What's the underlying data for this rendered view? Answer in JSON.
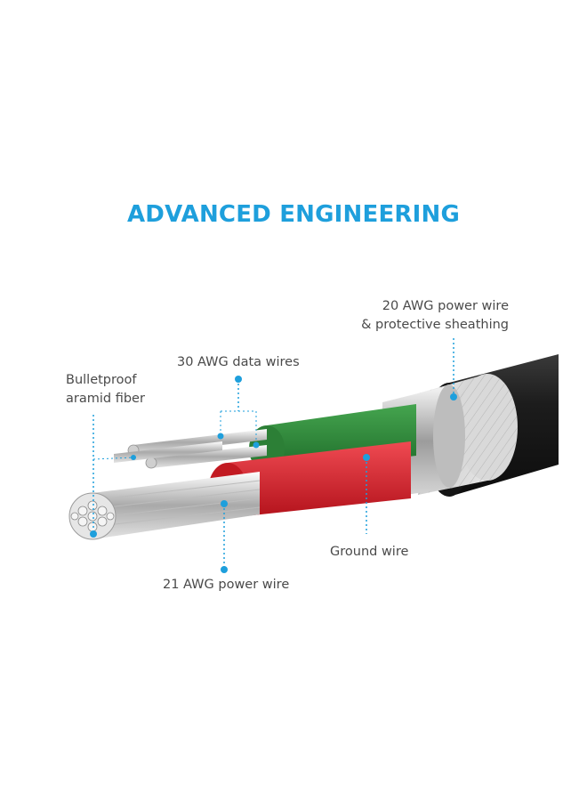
{
  "title": "ADVANCED ENGINEERING",
  "labels": {
    "power_sheath_line1": "20 AWG power wire",
    "power_sheath_line2": "& protective sheathing",
    "data_wires": "30 AWG data wires",
    "aramid_line1": "Bulletproof",
    "aramid_line2": "aramid fiber",
    "ground_wire": "Ground wire",
    "power_21": "21 AWG power wire"
  },
  "colors": {
    "accent": "#1e9fdc",
    "label_text": "#4a4a4a",
    "green_wire": "#2f8a3a",
    "red_wire": "#d7262f",
    "jacket": "#1f1f1f"
  }
}
